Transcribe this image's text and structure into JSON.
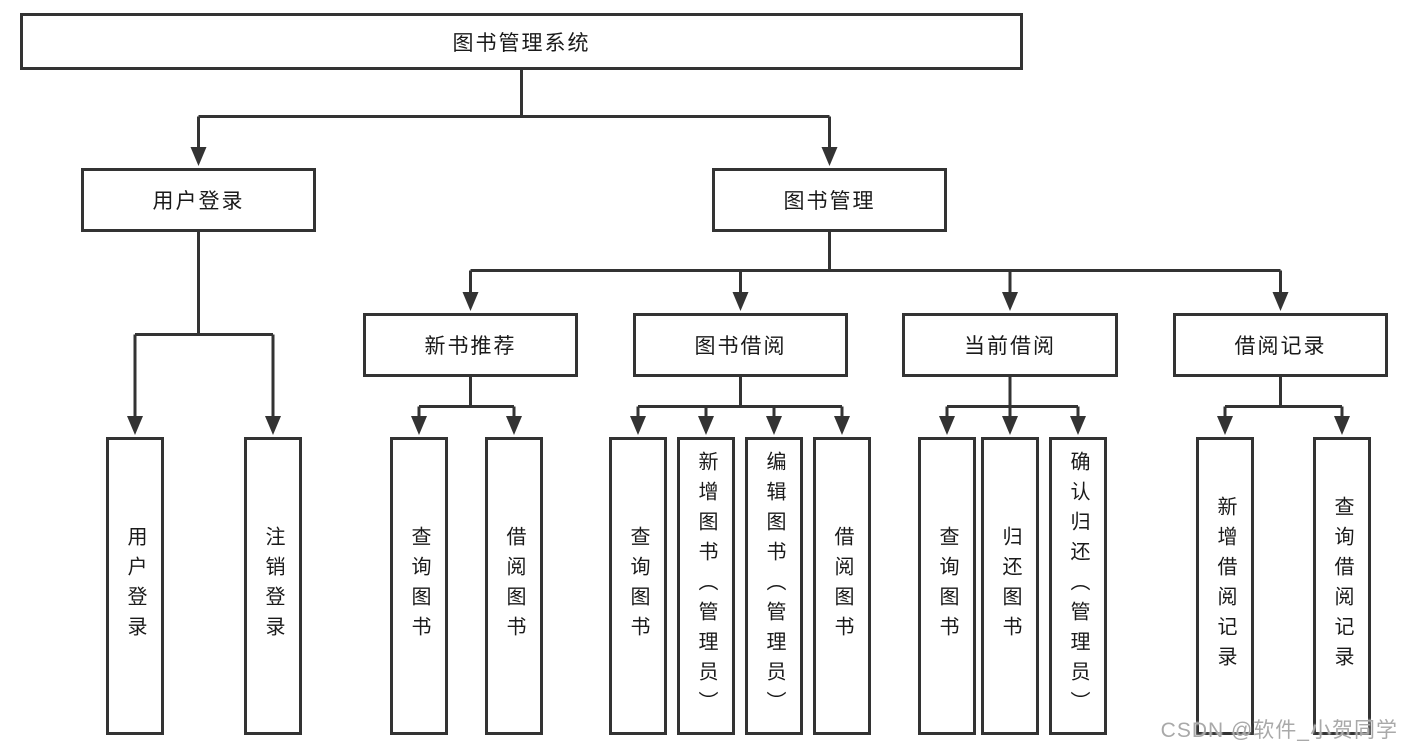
{
  "tree": {
    "label": "图书管理系统",
    "children": [
      {
        "label": "用户登录",
        "children": [
          {
            "label": "用户登录"
          },
          {
            "label": "注销登录"
          }
        ]
      },
      {
        "label": "图书管理",
        "children": [
          {
            "label": "新书推荐",
            "children": [
              {
                "label": "查询图书"
              },
              {
                "label": "借阅图书"
              }
            ]
          },
          {
            "label": "图书借阅",
            "children": [
              {
                "label": "查询图书"
              },
              {
                "label": "新增图书（管理员）"
              },
              {
                "label": "编辑图书（管理员）"
              },
              {
                "label": "借阅图书"
              }
            ]
          },
          {
            "label": "当前借阅",
            "children": [
              {
                "label": "查询图书"
              },
              {
                "label": "归还图书"
              },
              {
                "label": "确认归还（管理员）"
              }
            ]
          },
          {
            "label": "借阅记录",
            "children": [
              {
                "label": "新增借阅记录"
              },
              {
                "label": "查询借阅记录"
              }
            ]
          }
        ]
      }
    ]
  },
  "watermark": "CSDN @软件_小贺同学",
  "colors": {
    "background": "#ffffff",
    "box_bg": "#ffffff",
    "box_border": "#333333",
    "line": "#333333",
    "text": "#1a1a1a",
    "watermark": "#a9a9a9"
  }
}
